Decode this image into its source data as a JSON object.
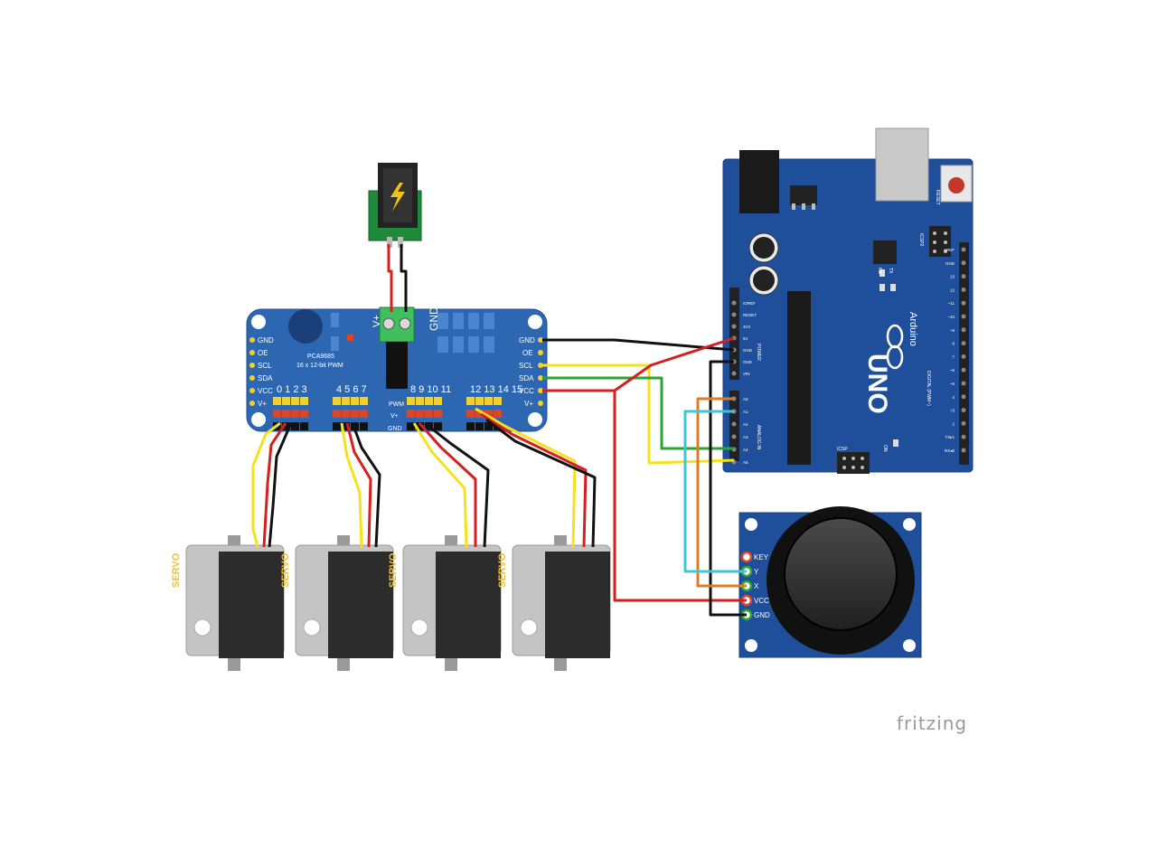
{
  "pca9685": {
    "name": "PCA9685",
    "subtitle": "16 x 12-bit PWM",
    "left_pins": [
      "GND",
      "OE",
      "SCL",
      "SDA",
      "VCC",
      "V+"
    ],
    "right_pins": [
      "GND",
      "OE",
      "SCL",
      "SDA",
      "VCC",
      "V+"
    ],
    "terminal_labels": [
      "V+",
      "GND"
    ],
    "channel_groups": [
      "0 1 2 3",
      "4 5 6 7",
      "8 9 10 11",
      "12 13 14 15"
    ],
    "rail_labels": [
      "PWM",
      "V+",
      "GND"
    ]
  },
  "servos": [
    {
      "label": "SERVO"
    },
    {
      "label": "SERVO"
    },
    {
      "label": "SERVO"
    },
    {
      "label": "SERVO"
    }
  ],
  "arduino": {
    "brand": "Arduino",
    "model": "UNO",
    "reset_label": "RESET",
    "power_header": [
      "IOREF",
      "RESET",
      "3V3",
      "5V",
      "GND",
      "GND",
      "VIN"
    ],
    "analog_header": [
      "A0",
      "A1",
      "A2",
      "A3",
      "A4",
      "A5"
    ],
    "power_title": "POWER",
    "analog_title": "ANALOG IN",
    "digital_title": "DIGITAL (PWM~)",
    "digital_pins": [
      "AREF",
      "GND",
      "13",
      "12",
      "~11",
      "~10",
      "~9",
      "8",
      "7",
      "~6",
      "~5",
      "4",
      "~3",
      "2",
      "TX▸1",
      "RX◂0"
    ],
    "icsp_label": "ICSP",
    "icsp2_label": "ICSP2",
    "led_labels": [
      "L",
      "TX",
      "RX"
    ],
    "on_label": "ON"
  },
  "joystick": {
    "pins": [
      "KEY",
      "Y",
      "X",
      "VCC",
      "GND"
    ]
  },
  "watermark": "fritzing"
}
